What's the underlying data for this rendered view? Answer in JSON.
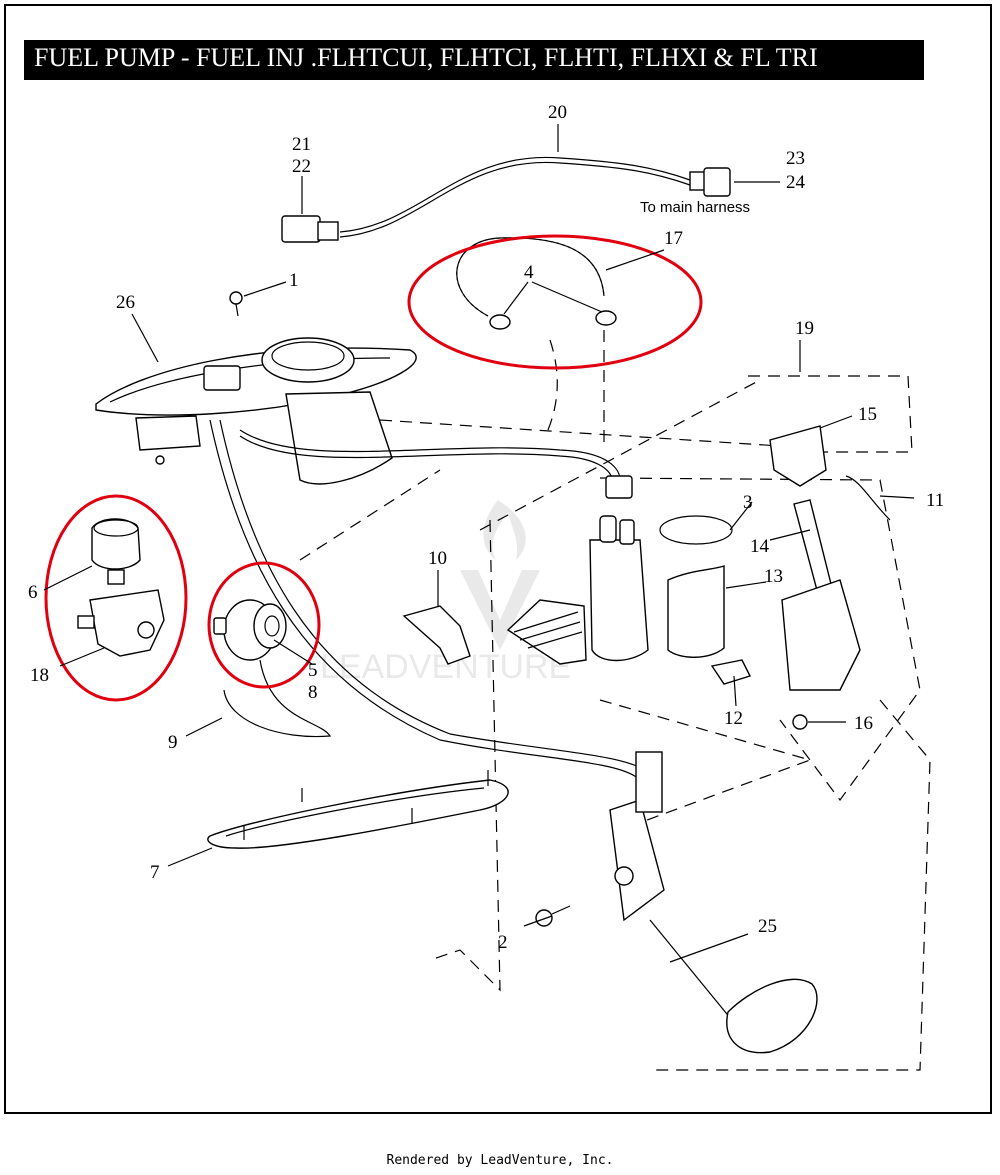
{
  "title": "FUEL PUMP - FUEL INJ  .FLHTCUI, FLHTCI, FLHTI, FLHXI & FL TRI",
  "footer": "Rendered by LeadVenture, Inc.",
  "watermark": "LEADVENTURE",
  "callouts": {
    "c1": "1",
    "c2": "2",
    "c3": "3",
    "c4": "4",
    "c5": "5",
    "c6": "6",
    "c7": "7",
    "c8": "8",
    "c9": "9",
    "c10": "10",
    "c11": "11",
    "c12": "12",
    "c13": "13",
    "c14": "14",
    "c15": "15",
    "c16": "16",
    "c17": "17",
    "c18": "18",
    "c19": "19",
    "c20": "20",
    "c21": "21",
    "c22": "22",
    "c23": "23",
    "c24": "24",
    "c25": "25",
    "c26": "26"
  },
  "harness_note": "To main harness",
  "colors": {
    "highlight": "#e0000f",
    "title_bg": "#000000",
    "title_fg": "#ffffff"
  }
}
